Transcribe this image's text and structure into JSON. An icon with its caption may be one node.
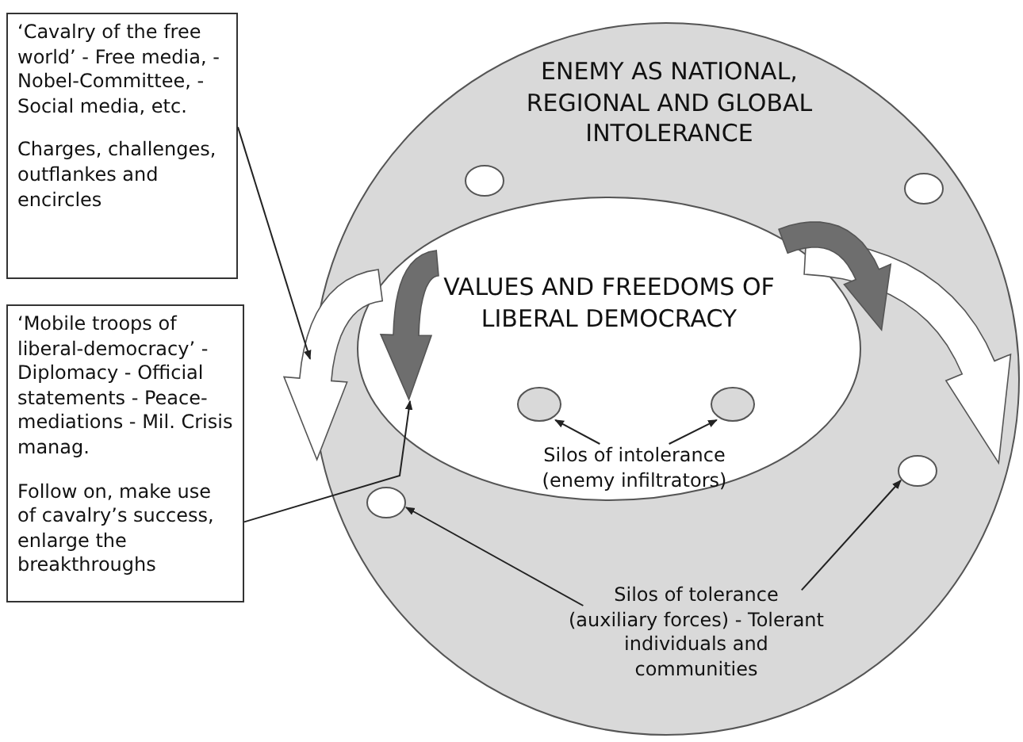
{
  "diagram": {
    "nodes": [
      {
        "text": [
          "ENEMY AS NATIONAL, REGIONAL AND GLOBAL INTOLERANCE"
        ]
      },
      {
        "text": [
          "VALUES AND FREEDOMS OF LIBERAL DEMOCRACY"
        ],
        "in": 0
      },
      {
        "text": [
          "‘Cavalry of the free world’ - Free media, - Nobel-Committee, - Social media, etc.",
          "Charges, challenges, outflankes and encircles"
        ]
      },
      {
        "text": [
          "‘Mobile troops of liberal-democracy’ - Diplomacy - Official statements - Peace-mediations - Mil. Crisis manag.",
          "Follow on, make use of cavalry’s success, enlarge the breakthroughs"
        ]
      },
      {
        "text": [
          "Silos of intolerance (enemy infiltrators)"
        ],
        "in": 1
      },
      {
        "text": [
          "Silos of tolerance (auxiliary forces) - Tolerant individuals and communities"
        ],
        "in": 0
      },
      {
        "text": [],
        "shape": "circle",
        "in": 0
      },
      {
        "text": [],
        "shape": "circle",
        "in": 0
      },
      {
        "text": [],
        "shape": "arrow",
        "in": 1
      },
      {
        "text": [],
        "shape": "arrow"
      },
      {
        "text": [],
        "shape": "arrow",
        "in": 0
      },
      {
        "text": [],
        "shape": "arrow",
        "in": 0
      },
      {
        "text": [],
        "shape": "circle",
        "in": 1
      },
      {
        "text": [],
        "shape": "circle",
        "in": 1
      },
      {
        "text": [],
        "shape": "circle",
        "in": 0
      },
      {
        "text": [],
        "shape": "circle",
        "in": 0
      }
    ],
    "edges": [
      {
        "from": 2,
        "to": 9,
        "arrow": "to"
      },
      {
        "from": 3,
        "to": 8,
        "arrow": "to"
      },
      {
        "from": 4,
        "to": 12,
        "arrow": "to"
      },
      {
        "from": 4,
        "to": 13,
        "arrow": "to"
      },
      {
        "from": 5,
        "to": 15,
        "arrow": "to"
      },
      {
        "from": 5,
        "to": 14,
        "arrow": "to"
      }
    ]
  }
}
